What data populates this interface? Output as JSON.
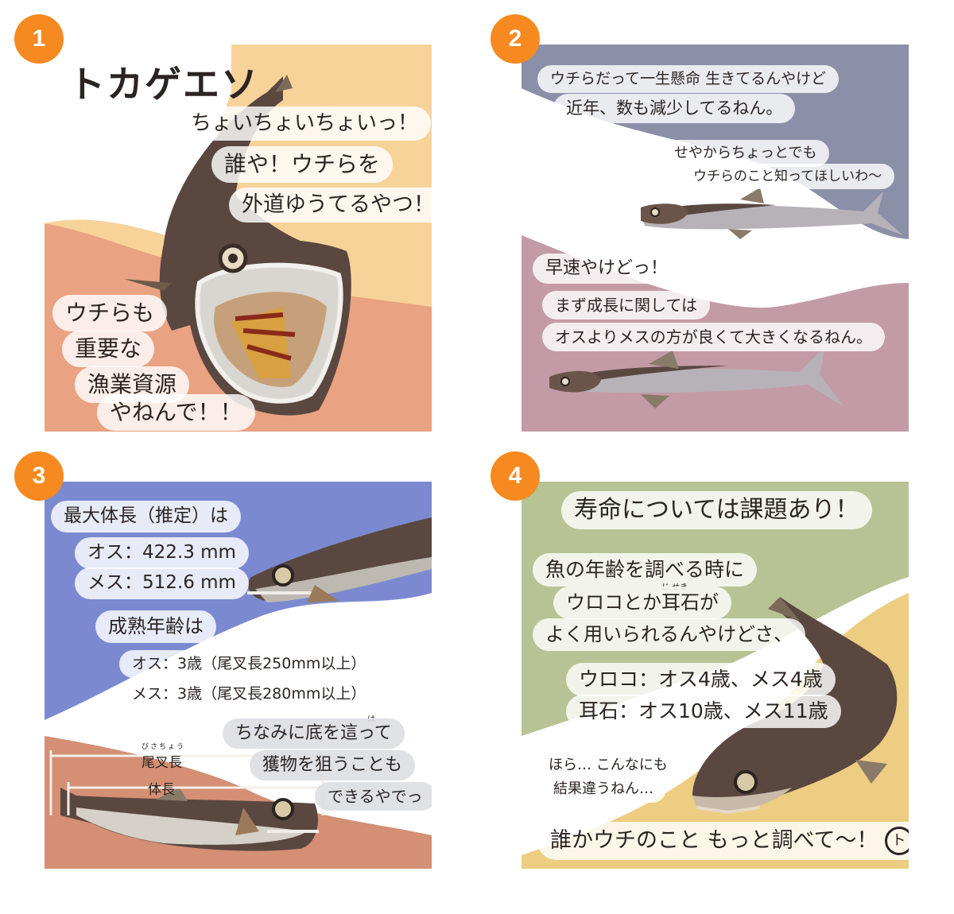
{
  "panels": [
    {
      "number": "1",
      "title": "トカゲエソ",
      "speech_main": [
        "ちょいちょいちょいっ！",
        "誰や！ウチらを",
        "外道ゆうてるやつ！"
      ],
      "speech_side": [
        "ウチらも",
        "重要な",
        "漁業資源",
        "やねんで！！"
      ],
      "colors": {
        "sky": "#f7d39a",
        "ground": "#e9a282",
        "fish": "#5a4740"
      }
    },
    {
      "number": "2",
      "line1": "ウチらだって一生懸命 生きてるんやけど",
      "line2": "近年、数も減少してるねん。",
      "line3": "せやからちょっとでも",
      "line4": "ウチらのこと知ってほしいわ〜",
      "line5": "早速やけどっ！",
      "line6": "まず成長に関しては",
      "line7": "オスよりメスの方が良くて大きくなるねん。",
      "colors": {
        "top": "#8b8fa8",
        "bottom": "#c39ba6"
      }
    },
    {
      "number": "3",
      "max_heading": "最大体長（推定）は",
      "max_male": "オス：422.3 mm",
      "max_female": "メス：512.6 mm",
      "mature_heading": "成熟年齢は",
      "mature_male": "オス：3歳（尾叉長250mm以上）",
      "mature_female": "メス：3歳（尾叉長280mm以上）",
      "note_ruby": "は",
      "note_lines": [
        "ちなみに底を這って",
        "獲物を狙うことも",
        "できるやでっ"
      ],
      "fork_ruby": "びさちょう",
      "fork_label": "尾叉長",
      "body_label": "体長",
      "colors": {
        "top": "#7b8ad0",
        "bottom": "#d48f74"
      }
    },
    {
      "number": "4",
      "heading": "寿命については課題あり！",
      "body_lines": [
        "魚の年齢を調べる時に",
        "ウロコとか耳石が",
        "よく用いられるんやけどさ、"
      ],
      "ruby": "じ せき",
      "scale_result": "ウロコ：オス4歳、メス4歳",
      "otolith_result": "耳石：オス10歳、メス11歳",
      "small_lines": [
        "ほら… こんなにも",
        "結果違うねん…"
      ],
      "closing": "誰かウチのこと もっと調べて〜！",
      "closing_mark": "ト",
      "colors": {
        "top": "#b7c394",
        "bottom": "#eccd81"
      }
    }
  ]
}
